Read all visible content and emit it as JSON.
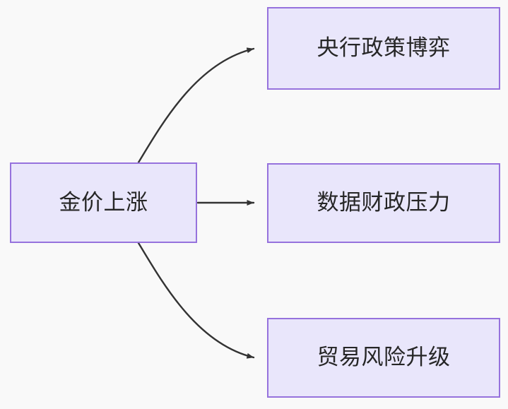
{
  "diagram": {
    "type": "flowchart",
    "direction": "left-to-right",
    "background_color": "#f9f9f9",
    "node_fill_color": "#e9e6fb",
    "node_border_color": "#9672dd",
    "node_text_color": "#262626",
    "edge_color": "#333333",
    "nodes": [
      {
        "id": "source",
        "label": "金价上涨"
      },
      {
        "id": "t1",
        "label": "央行政策博弈"
      },
      {
        "id": "t2",
        "label": "数据财政压力"
      },
      {
        "id": "t3",
        "label": "贸易风险升级"
      }
    ],
    "edges": [
      {
        "id": "edge-source-t1",
        "from": "金价上涨",
        "to": "央行政策博弈",
        "label": "",
        "style": "curved",
        "arrowhead": "solid-triangle"
      },
      {
        "id": "edge-source-t2",
        "from": "金价上涨",
        "to": "数据财政压力",
        "label": "",
        "style": "straight",
        "arrowhead": "solid-triangle"
      },
      {
        "id": "edge-source-t3",
        "from": "金价上涨",
        "to": "贸易风险升级",
        "label": "",
        "style": "curved",
        "arrowhead": "solid-triangle"
      }
    ]
  }
}
